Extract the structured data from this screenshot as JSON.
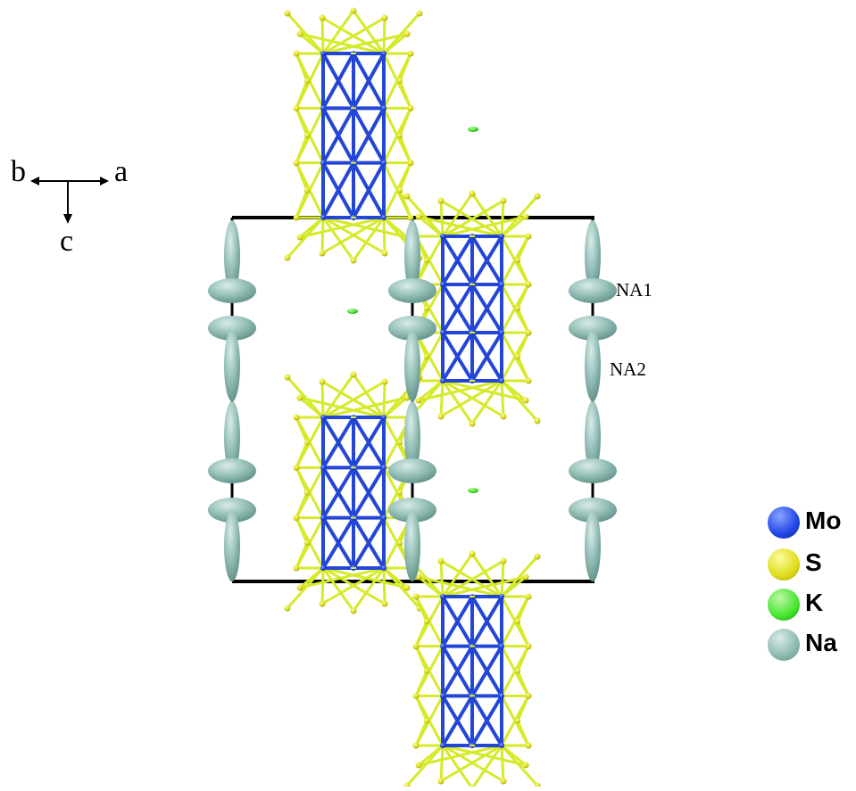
{
  "axes": {
    "a": "a",
    "b": "b",
    "c": "c"
  },
  "site_labels": {
    "na1": "NA1",
    "na2": "NA2"
  },
  "legend": [
    {
      "label": "Mo",
      "color": "#1f46e6"
    },
    {
      "label": "S",
      "color": "#dede1a"
    },
    {
      "label": "K",
      "color": "#46e62c"
    },
    {
      "label": "Na",
      "color": "#8cbbb1"
    }
  ],
  "colors": {
    "mo_bond": "#2346d6",
    "s_bond": "#d6ea2a",
    "k_atom": "#63e62a",
    "na_atom": "#92bdb5",
    "cell_edge": "#000000",
    "label_text": "#5e8f86"
  }
}
